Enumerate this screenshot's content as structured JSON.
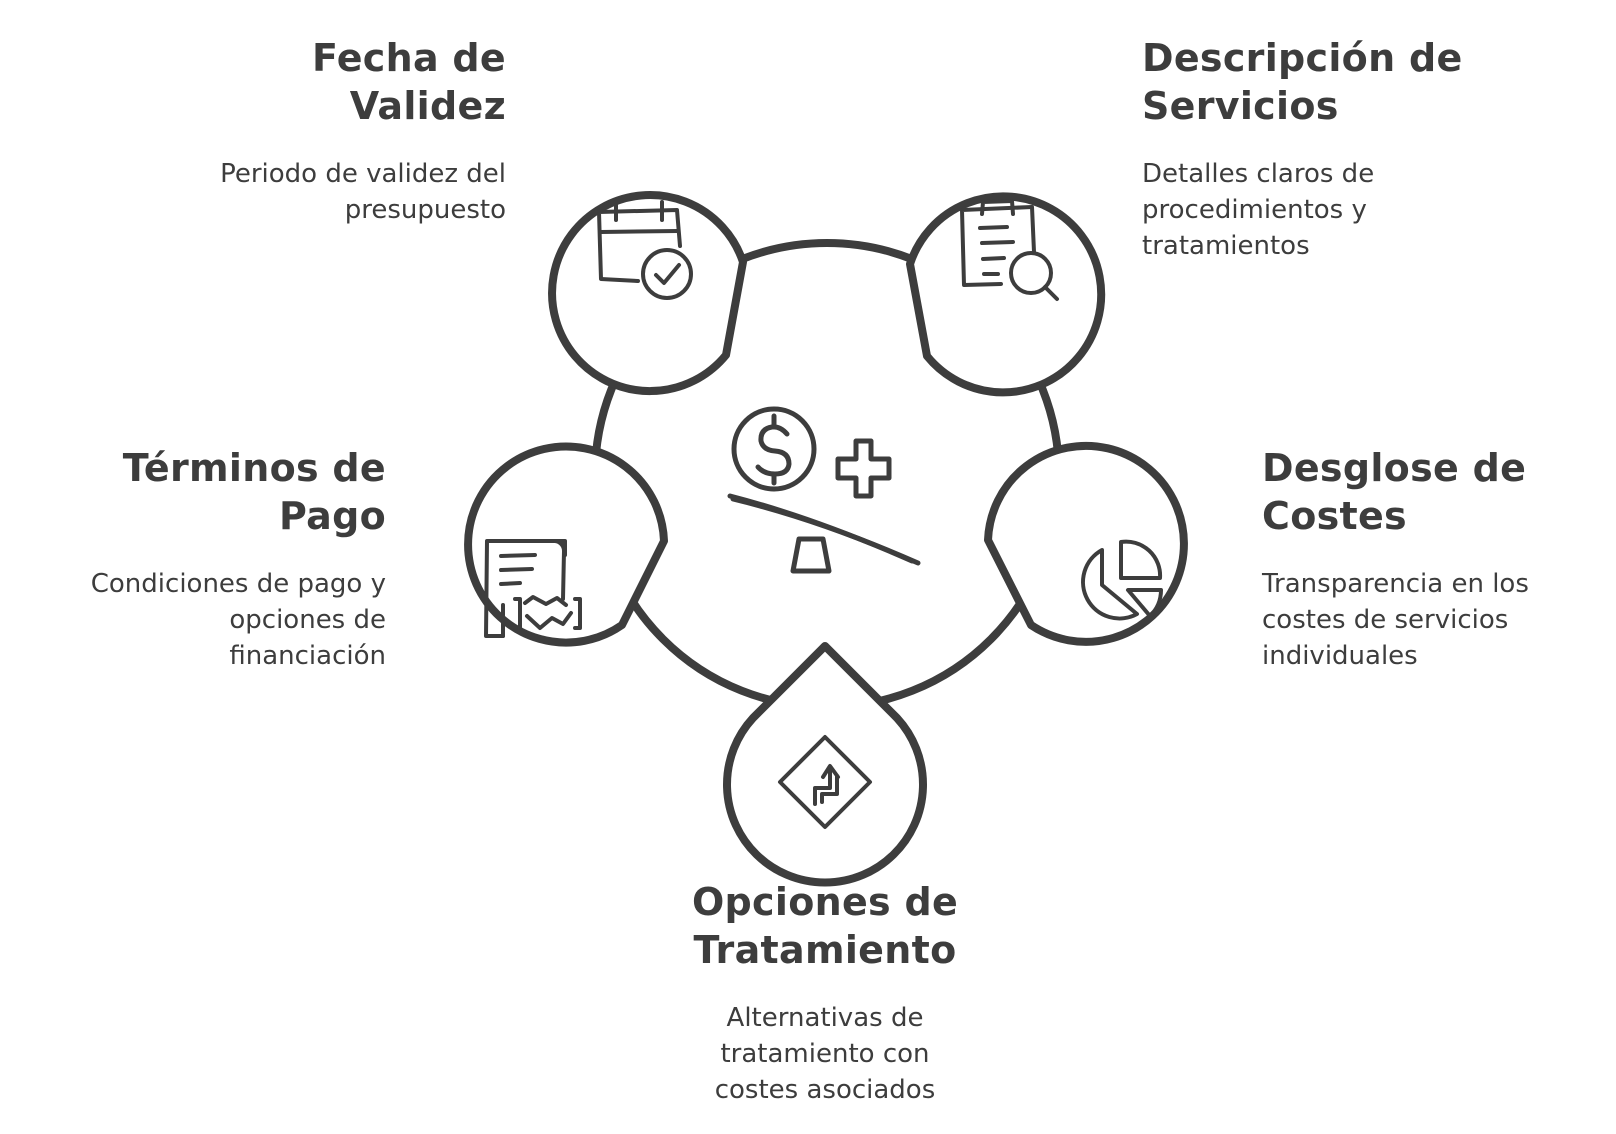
{
  "diagram": {
    "center": {
      "icon": "healthcare-cost-balance-icon"
    },
    "items": [
      {
        "id": "fecha",
        "title_line1": "Fecha de",
        "title_line2": "Validez",
        "desc_line1": "Periodo de validez del",
        "desc_line2": "presupuesto",
        "desc_line3": "",
        "icon": "calendar-check-icon"
      },
      {
        "id": "descripcion",
        "title_line1": "Descripción de",
        "title_line2": "Servicios",
        "desc_line1": "Detalles claros de",
        "desc_line2": "procedimientos y",
        "desc_line3": "tratamientos",
        "icon": "clipboard-search-icon"
      },
      {
        "id": "desglose",
        "title_line1": "Desglose de",
        "title_line2": "Costes",
        "desc_line1": "Transparencia en los",
        "desc_line2": "costes de servicios",
        "desc_line3": "individuales",
        "icon": "pie-chart-icon"
      },
      {
        "id": "opciones",
        "title_line1": "Opciones de",
        "title_line2": "Tratamiento",
        "desc_line1": "Alternativas de",
        "desc_line2": "tratamiento con",
        "desc_line3": "costes asociados",
        "icon": "winding-road-sign-icon"
      },
      {
        "id": "terminos",
        "title_line1": "Términos de",
        "title_line2": "Pago",
        "desc_line1": "Condiciones de pago y",
        "desc_line2": "opciones de",
        "desc_line3": "financiación",
        "icon": "contract-handshake-icon"
      }
    ]
  }
}
